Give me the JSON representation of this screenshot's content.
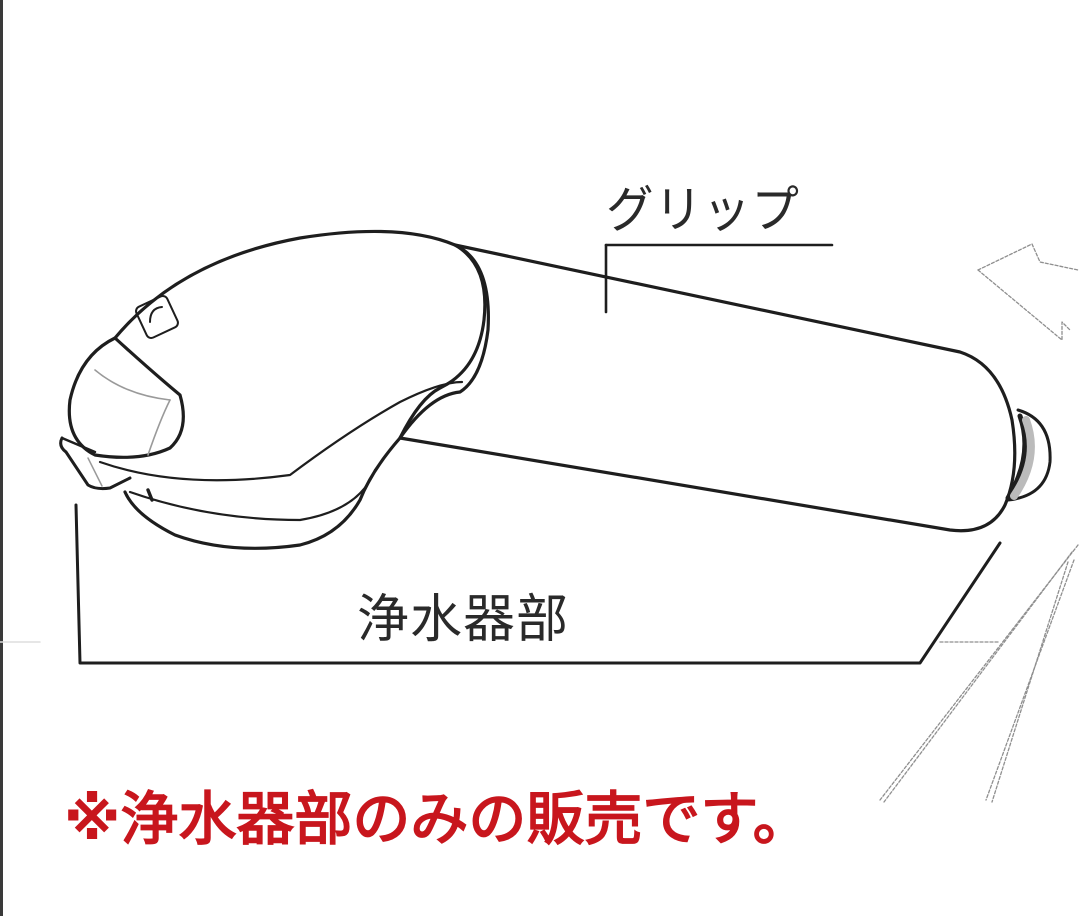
{
  "illustration": {
    "subject": "shower-head water purifier",
    "labels": {
      "grip": "グリップ",
      "purifier_section": "浄水器部"
    }
  },
  "notice": {
    "text": "※浄水器部のみの販売です。",
    "color": "#c8161d"
  },
  "colors": {
    "line": "#1e1e1e",
    "faint_line": "#9a9a9a",
    "background": "#ffffff",
    "left_border": "#3a3a3a"
  }
}
